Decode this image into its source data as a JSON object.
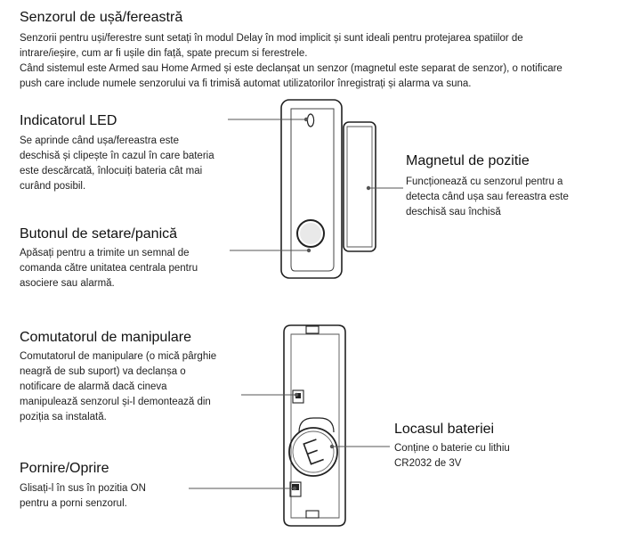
{
  "header": {
    "title": "Senzorul de ușă/fereastră",
    "line1": "Senzorii pentru uși/ferestre sunt setați în modul Delay în mod implicit și sunt ideali pentru protejarea spatiilor de",
    "line2": "intrare/ieșire, cum ar fi ușile din față, spate precum si ferestrele.",
    "line3": "Când sistemul este Armed sau Home Armed și este declanșat un senzor (magnetul este separat de senzor), o notificare",
    "line4": "push care include numele senzorului va fi trimisă automat utilizatorilor înregistrați și alarma va suna."
  },
  "labels": {
    "led": {
      "title": "Indicatorul LED",
      "lines": [
        "Se aprinde când ușa/fereastra este",
        "deschisă și clipește în cazul în care bateria",
        "este descărcată, înlocuiți bateria cât mai",
        "curând posibil."
      ]
    },
    "button": {
      "title": "Butonul de setare/panică",
      "lines": [
        "Apăsați pentru a trimite un semnal de",
        "comanda către unitatea centrala pentru",
        "asociere sau alarmă."
      ]
    },
    "magnet": {
      "title": "Magnetul de pozitie",
      "lines": [
        "Funcționează cu senzorul pentru a",
        "detecta când ușa sau fereastra este",
        "deschisă sau închisă"
      ]
    },
    "tamper": {
      "title": "Comutatorul de manipulare",
      "lines": [
        "Comutatorul de manipulare (o mică pârghie",
        "neagră de sub suport) va declanșa o",
        "notificare de alarmă dacă cineva",
        "manipulează senzorul și-l demontează din",
        "poziția sa instalată."
      ]
    },
    "battery": {
      "title": "Locasul bateriei",
      "lines": [
        "Conține o baterie cu lithiu",
        "CR2032 de 3V"
      ]
    },
    "power": {
      "title": "Pornire/Oprire",
      "lines": [
        "Glisați-l în sus în pozitia ON",
        "pentru a porni senzorul."
      ]
    }
  }
}
